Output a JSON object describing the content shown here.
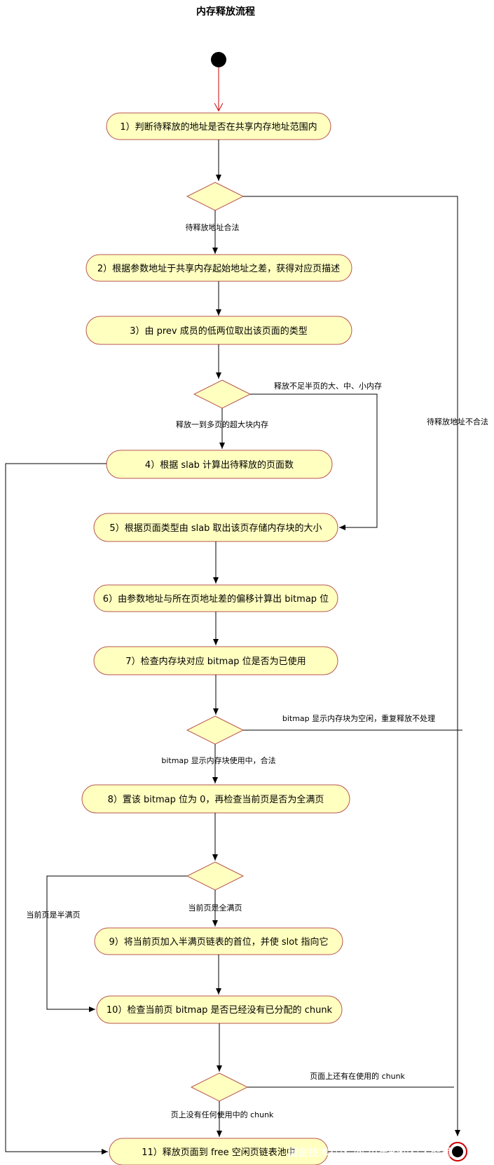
{
  "title": "内存释放流程",
  "steps": [
    "1）判断待释放的地址是否在共享内存地址范围内",
    "2）根据参数地址于共享内存起始地址之差，获得对应页描述",
    "3）由 prev 成员的低两位取出该页面的类型",
    "4）根据 slab 计算出待释放的页面数",
    "5）根据页面类型由 slab 取出该页存储内存块的大小",
    "6）由参数地址与所在页地址差的偏移计算出 bitmap 位",
    "7）检查内存块对应 bitmap 位是否为已使用",
    "8）置该 bitmap 位为 0，再检查当前页是否为全满页",
    "9）将当前页加入半满页链表的首位，并使 slot 指向它",
    "10）检查当前页 bitmap 是否已经没有已分配的 chunk",
    "11）释放页面到 free 空闲页链表池中"
  ],
  "edge_labels": {
    "addr_valid": "待释放地址合法",
    "addr_invalid": "待释放地址不合法",
    "small_mem": "释放不足半页的大、中、小内存",
    "large_mem": "释放一到多页的超大块内存",
    "bitmap_free": "bitmap 显示内存块为空闲，重复释放不处理",
    "bitmap_used": "bitmap 显示内存块使用中，合法",
    "page_full": "当前页是全满页",
    "page_half": "当前页是半满页",
    "chunk_in_use": "页面上还有在使用的 chunk",
    "no_chunk": "页上没有任何使用中的 chunk"
  },
  "watermark": "掘金技术社区 @ 小年轻也有大能量",
  "colors": {
    "node_fill": "#ffffc0",
    "node_stroke": "#b85450",
    "start_fill": "#000000",
    "start_arrow": "#cc0000",
    "end_ring": "#cc0000"
  }
}
